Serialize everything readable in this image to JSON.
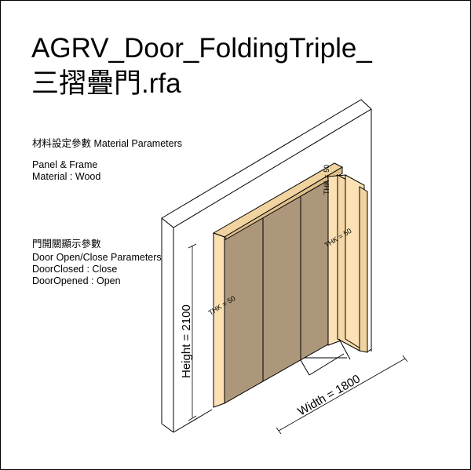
{
  "title": {
    "line1": "AGRV_Door_FoldingTriple_",
    "line2": "三摺疊門.rfa"
  },
  "material_section": {
    "heading": "材料設定參數 Material Parameters",
    "lines": [
      "Panel & Frame",
      "Material : Wood"
    ]
  },
  "open_close_section": {
    "heading": "門開關顯示參數",
    "lines": [
      "Door Open/Close Parameters",
      "DoorClosed : Close",
      "DoorOpened : Open"
    ]
  },
  "dimensions": {
    "height": "Height = 2100",
    "width": "Width = 1800",
    "thk_left": "THK = 50",
    "thk_right": "THK = 50",
    "thk_top": "THK = 50"
  },
  "colors": {
    "panel": "#ad977a",
    "frame_light": "#fbe1b4",
    "frame_mid": "#f1d3a0",
    "frame_dark": "#e9c48d",
    "line": "#000000"
  }
}
